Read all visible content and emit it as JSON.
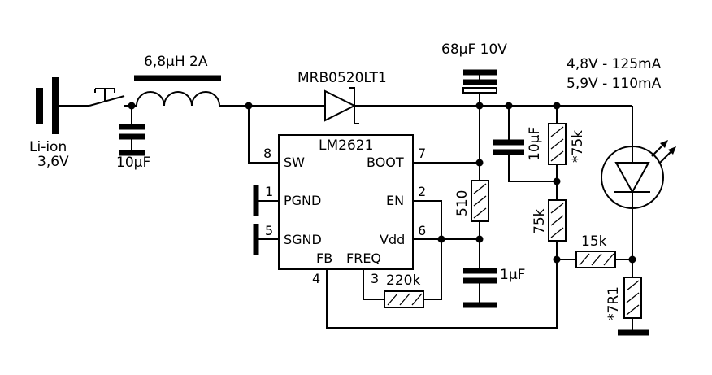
{
  "battery": {
    "name": "Li-ion",
    "voltage": "3,6V"
  },
  "inductor": {
    "label": "6,8µH 2A"
  },
  "diode": {
    "label": "MRB0520LT1"
  },
  "output_cap": {
    "label": "68µF 10V"
  },
  "led_spec": {
    "line1": "4,8V - 125mA",
    "line2": "5,9V - 110mA"
  },
  "input_cap": {
    "label": "10µF"
  },
  "ic": {
    "name": "LM2621",
    "pins": {
      "sw": {
        "name": "SW",
        "num": "8"
      },
      "boot": {
        "name": "BOOT",
        "num": "7"
      },
      "pgnd": {
        "name": "PGND",
        "num": "1"
      },
      "en": {
        "name": "EN",
        "num": "2"
      },
      "sgnd": {
        "name": "SGND",
        "num": "5"
      },
      "vdd": {
        "name": "Vdd",
        "num": "6"
      },
      "fb": {
        "name": "FB",
        "num": "4"
      },
      "freq": {
        "name": "FREQ",
        "num": "3"
      }
    }
  },
  "components": {
    "r510": "510",
    "c_vdd": "1µF",
    "r220k": "220k",
    "c_fb": "10µF",
    "r_top": "*75k",
    "r_mid": "75k",
    "r15k": "15k",
    "r_sense": "*7R1"
  }
}
